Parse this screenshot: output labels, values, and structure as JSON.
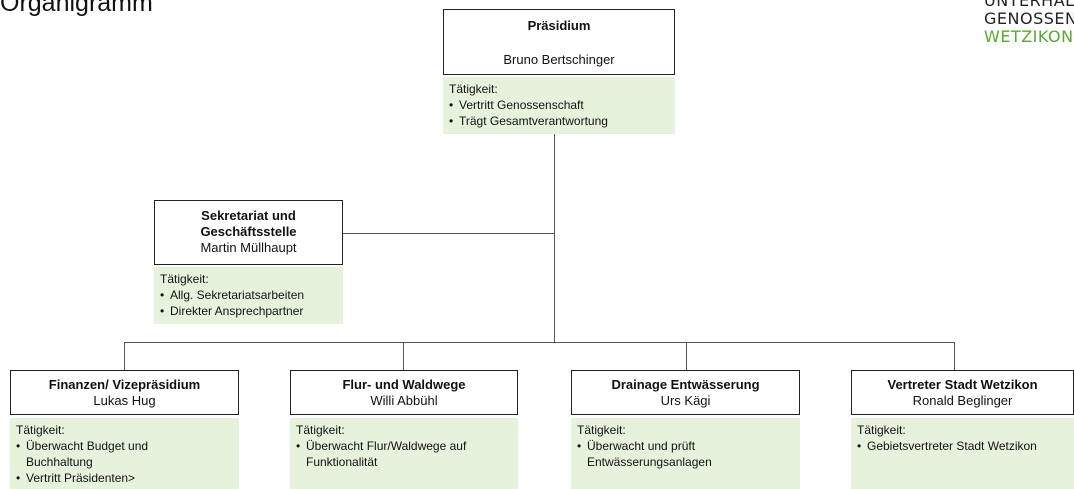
{
  "page_title": "Organigramm",
  "logo": {
    "line1": "UNTERHALT",
    "line2": "GENOSSEN",
    "line3": "WETZIKON"
  },
  "taetigkeit_label": "Tätigkeit:",
  "praesidium": {
    "title": "Präsidium",
    "person": "Bruno Bertschinger",
    "tasks": [
      "Vertritt Genossenschaft",
      "Trägt Gesamtverantwortung"
    ]
  },
  "sekretariat": {
    "title_line1": "Sekretariat und",
    "title_line2": "Geschäftsstelle",
    "person": "Martin Müllhaupt",
    "tasks": [
      "Allg. Sekretariatsarbeiten",
      "Direkter Ansprechpartner"
    ]
  },
  "departments": [
    {
      "title": "Finanzen/ Vizepräsidium",
      "person": "Lukas Hug",
      "tasks": [
        "Überwacht Budget und Buchhaltung",
        "Vertritt Präsidenten>"
      ]
    },
    {
      "title": "Flur- und Waldwege",
      "person": "Willi Abbühl",
      "tasks": [
        "Überwacht Flur/Waldwege auf Funktionalität"
      ]
    },
    {
      "title": "Drainage Entwässerung",
      "person": "Urs Kägi",
      "tasks": [
        "Überwacht und prüft Entwässerungsanlagen"
      ]
    },
    {
      "title": "Vertreter Stadt Wetzikon",
      "person": "Ronald Beglinger",
      "tasks": [
        "Gebietsvertreter Stadt Wetzikon"
      ]
    }
  ]
}
